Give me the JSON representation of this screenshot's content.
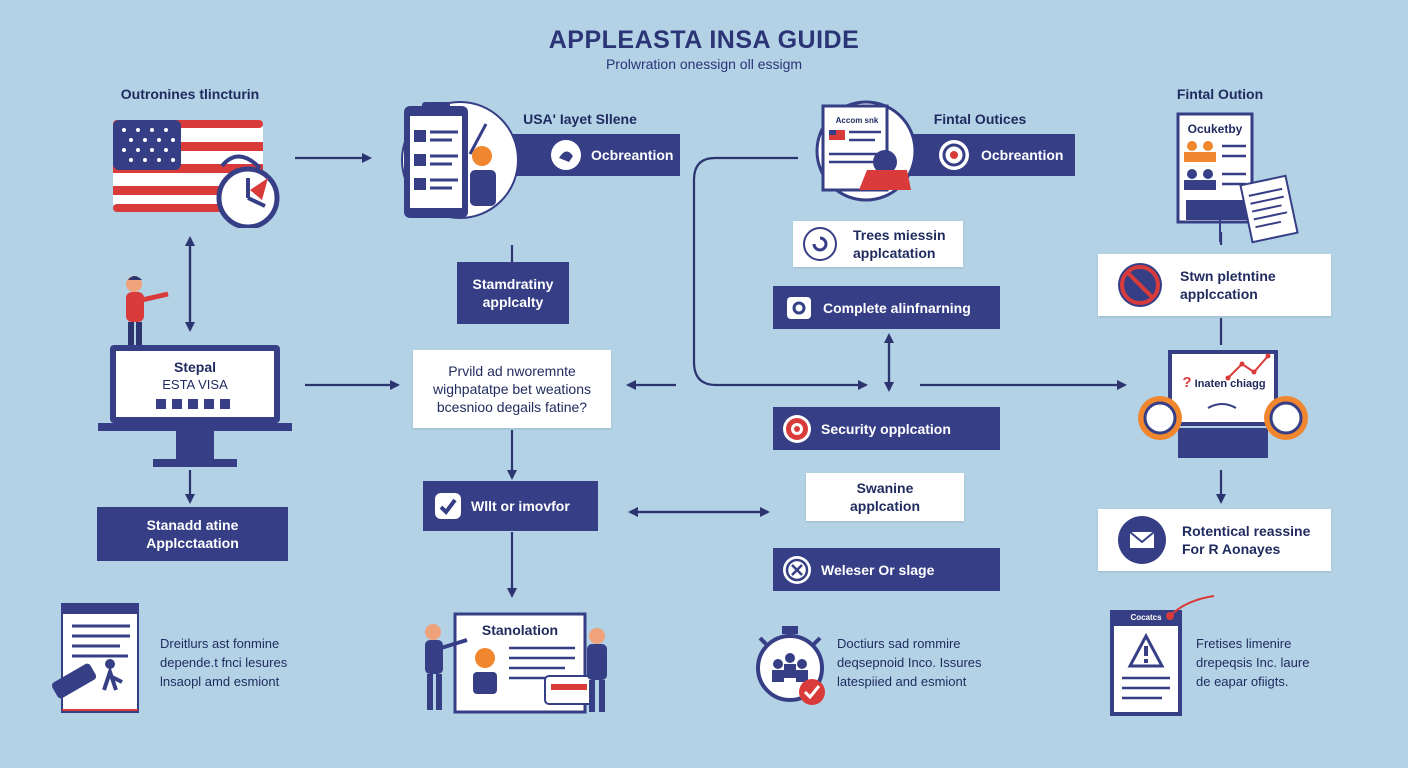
{
  "header": {
    "title": "APPLEASTA INSA GUIDE",
    "subtitle": "Prolwration onessign oll essigm"
  },
  "labels": {
    "col1_top": "Outronines tlincturin",
    "col2_top": "USA' Iayet Sllene",
    "col3_top": "Fintal Outices",
    "col4_top": "Fintal Oution"
  },
  "nodes": {
    "obreantion_1": "Ocbreantion",
    "obreantion_2": "Ocbreantion",
    "laptop_line1": "Stepal",
    "laptop_line2": "ESTA VISA",
    "standard_app_line1": "Stanadd atine",
    "standard_app_line2": "Applcctaation",
    "standrating_line1": "Stamdratiny",
    "standrating_line2": "applcalty",
    "provide_line1": "Prvild ad nworemnte",
    "provide_line2": "wighpatatpe bet weations",
    "provide_line3": "bcesnioo degails fatine?",
    "wait": "Wllt or imovfor",
    "standlation": "Stanolation",
    "trees_line1": "Trees miessin",
    "trees_line2": "applcatation",
    "complete": "Complete alinfnarning",
    "security": "Security opplcation",
    "swanine_line1": "Swanine",
    "swanine_line2": "applcation",
    "welese": "Weleser Or slage",
    "stwn_line1": "Stwn pletntine",
    "stwn_line2": "applccation",
    "monitor_text": "Inaten chiagg",
    "potential_line1": "Rotentical reassine",
    "potential_line2": "For R Aonayes",
    "doc_header": "Ocuketby",
    "warn_header": "Cocatcs"
  },
  "descriptions": {
    "left": [
      "Dreitlurs ast fonmine",
      "depende.t fnci lesures",
      "lnsaopl amd esmiont"
    ],
    "middle": [
      "Doctiurs sad rommire",
      "deqsepnoid Inco. Issures",
      "latespiied and esmiont"
    ],
    "right": [
      "Fretises limenire",
      "drepeqsis Inc. laure",
      "de eapar ofiigts."
    ]
  },
  "colors": {
    "background": "#b3d2e6",
    "navy": "#363f86",
    "accent_red": "#d93b3b",
    "accent_orange": "#f0862e",
    "white": "#ffffff"
  }
}
